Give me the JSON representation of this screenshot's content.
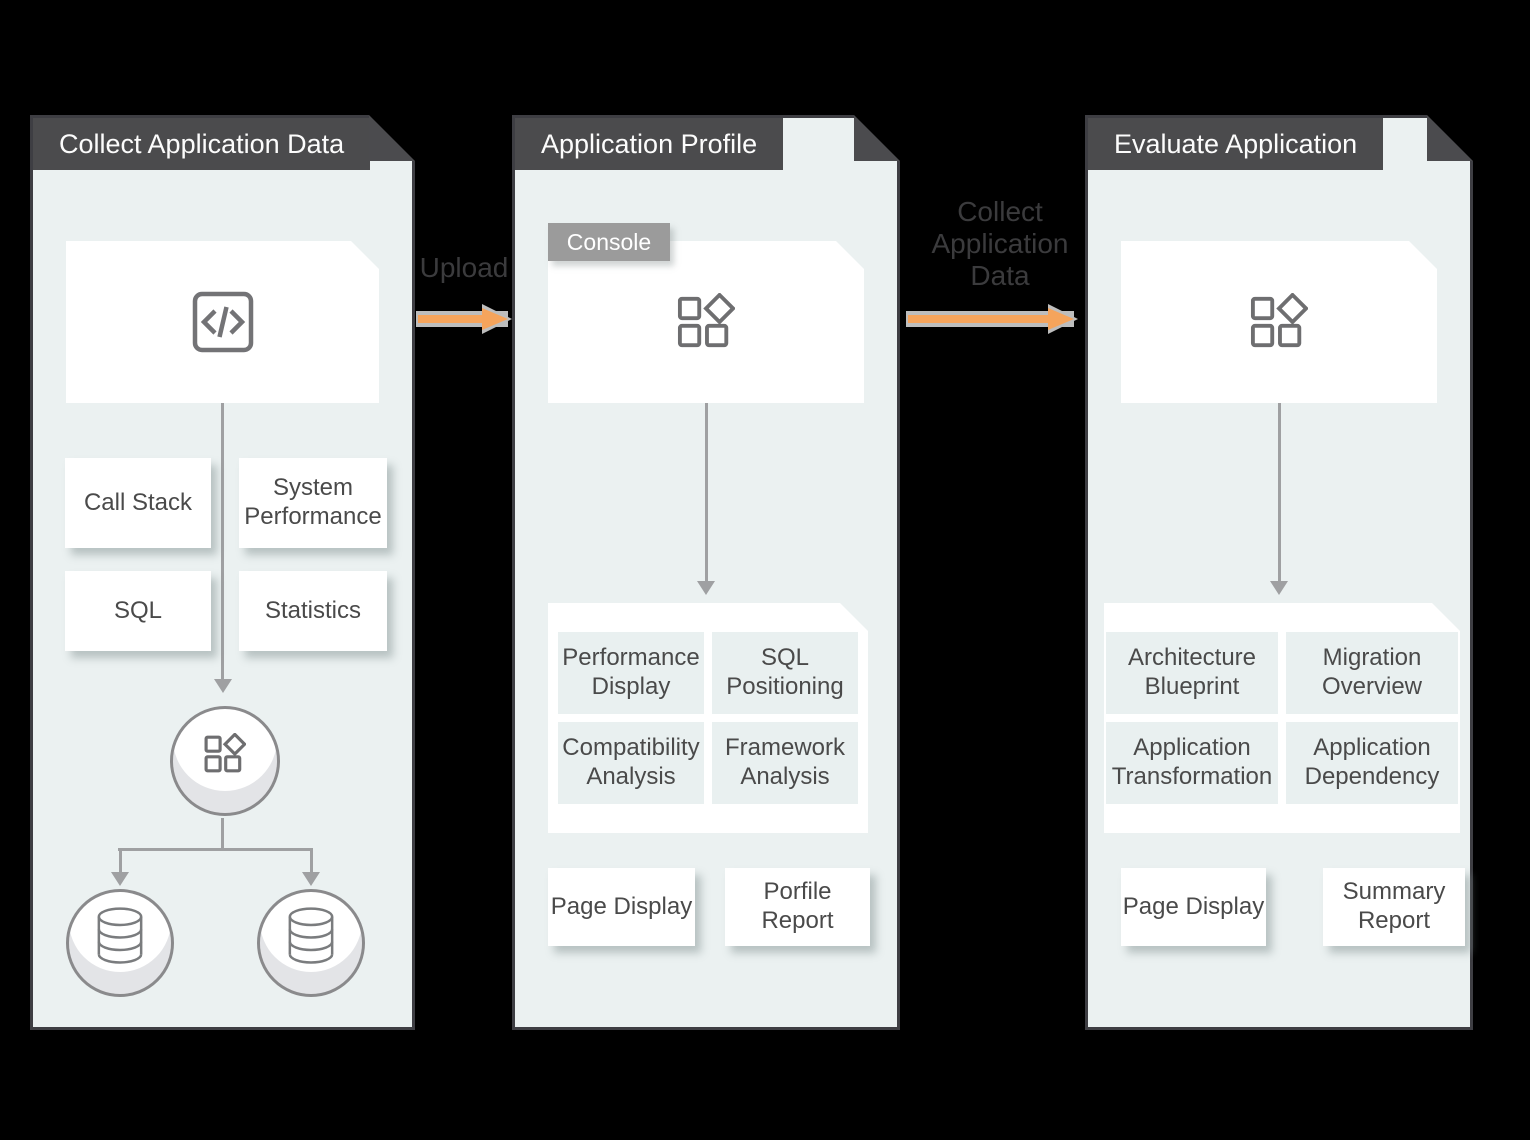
{
  "diagram": {
    "background": "#000000",
    "panel_bg": "#EBF1F1",
    "header_bg": "#4B4B4D",
    "tag_bg": "#9B9B9B",
    "accent_orange": "#F5A45C",
    "connector_gray": "#9FA0A2"
  },
  "panels": [
    {
      "title": "Collect Application Data",
      "data_boxes": [
        "Call Stack",
        "System Performance",
        "SQL",
        "Statistics"
      ]
    },
    {
      "title": "Application Profile",
      "console_tag": "Console",
      "modules": [
        "Performance Display",
        "SQL Positioning",
        "Compatibility Analysis",
        "Framework Analysis"
      ],
      "outputs": [
        "Page Display",
        "Porfile Report"
      ]
    },
    {
      "title": "Evaluate Application",
      "modules": [
        "Architecture Blueprint",
        "Migration Overview",
        "Application Transformation",
        "Application Dependency"
      ],
      "outputs": [
        "Page Display",
        "Summary Report"
      ]
    }
  ],
  "arrows": [
    {
      "label": "Upload"
    },
    {
      "label": "Collect Application Data"
    }
  ],
  "icons": {
    "code_icon": "</> source code",
    "app_icon": "squares-and-diamond application",
    "database_icon": "database cylinder"
  }
}
